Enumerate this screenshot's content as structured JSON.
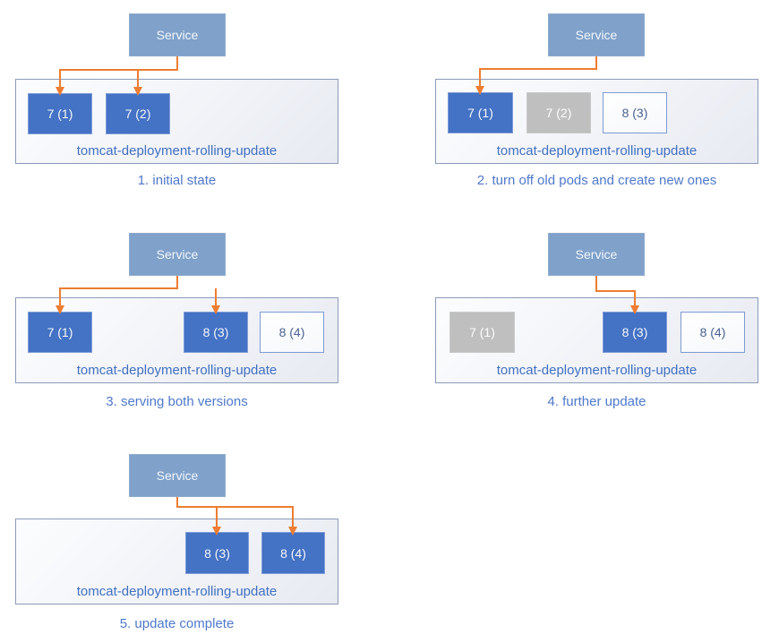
{
  "diagram": {
    "colors": {
      "service_fill": "#7FA1CA",
      "pod_active_fill": "#4472C4",
      "pod_terminated_fill": "#BFBFBF",
      "pod_new_border": "#7D9AD3",
      "deployment_border": "#8A9BB8",
      "deployment_label_text": "#4170C0",
      "caption_text": "#4E79CB",
      "arrow": "#ED7D31"
    },
    "panels": [
      {
        "caption": "1. initial state",
        "service_label": "Service",
        "deployment_label": "tomcat-deployment-rolling-update",
        "service_routes_to": [
          "7 (1)",
          "7 (2)"
        ],
        "pods": [
          {
            "label": "7 (1)",
            "state": "active"
          },
          {
            "label": "7 (2)",
            "state": "active"
          }
        ]
      },
      {
        "caption": "2. turn off old pods and create new ones",
        "service_label": "Service",
        "deployment_label": "tomcat-deployment-rolling-update",
        "service_routes_to": [
          "7 (1)"
        ],
        "pods": [
          {
            "label": "7 (1)",
            "state": "active"
          },
          {
            "label": "7 (2)",
            "state": "terminated"
          },
          {
            "label": "8 (3)",
            "state": "new"
          }
        ]
      },
      {
        "caption": "3. serving both versions",
        "service_label": "Service",
        "deployment_label": "tomcat-deployment-rolling-update",
        "service_routes_to": [
          "7 (1)",
          "8 (3)"
        ],
        "pods": [
          {
            "label": "7 (1)",
            "state": "active"
          },
          {
            "label": "8 (3)",
            "state": "active"
          },
          {
            "label": "8 (4)",
            "state": "new"
          }
        ]
      },
      {
        "caption": "4. further update",
        "service_label": "Service",
        "deployment_label": "tomcat-deployment-rolling-update",
        "service_routes_to": [
          "8 (3)"
        ],
        "pods": [
          {
            "label": "7 (1)",
            "state": "terminated"
          },
          {
            "label": "8 (3)",
            "state": "active"
          },
          {
            "label": "8 (4)",
            "state": "new"
          }
        ]
      },
      {
        "caption": "5. update complete",
        "service_label": "Service",
        "deployment_label": "tomcat-deployment-rolling-update",
        "service_routes_to": [
          "8 (3)",
          "8 (4)"
        ],
        "pods": [
          {
            "label": "8 (3)",
            "state": "active"
          },
          {
            "label": "8 (4)",
            "state": "active"
          }
        ]
      }
    ]
  }
}
